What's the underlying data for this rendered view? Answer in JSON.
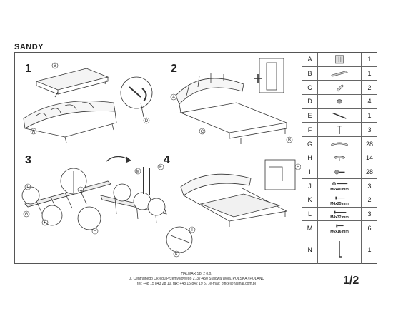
{
  "product_title": "SANDY",
  "steps": [
    "1",
    "2",
    "3",
    "4"
  ],
  "callouts": {
    "step1": [
      "B",
      "A",
      "D"
    ],
    "step2": [
      "A",
      "C",
      "B"
    ],
    "step3": [
      "J",
      "L",
      "G",
      "F",
      "H"
    ],
    "step4": [
      "M",
      "F",
      "E",
      "K",
      "I"
    ]
  },
  "parts": [
    {
      "letter": "A",
      "qty": "1",
      "icon": "headboard-icon",
      "size": ""
    },
    {
      "letter": "B",
      "qty": "1",
      "icon": "footboard-icon",
      "size": ""
    },
    {
      "letter": "C",
      "qty": "2",
      "icon": "side-rail-icon",
      "size": ""
    },
    {
      "letter": "D",
      "qty": "4",
      "icon": "leg-icon",
      "size": ""
    },
    {
      "letter": "E",
      "qty": "1",
      "icon": "center-beam-icon",
      "size": ""
    },
    {
      "letter": "F",
      "qty": "3",
      "icon": "support-leg-icon",
      "size": ""
    },
    {
      "letter": "G",
      "qty": "28",
      "icon": "slat-icon",
      "size": ""
    },
    {
      "letter": "H",
      "qty": "14",
      "icon": "slat-holder-icon",
      "size": ""
    },
    {
      "letter": "I",
      "qty": "28",
      "icon": "rivet-icon",
      "size": ""
    },
    {
      "letter": "J",
      "qty": "3",
      "icon": "bolt-washer-icon",
      "size": "M6x40 mm"
    },
    {
      "letter": "K",
      "qty": "2",
      "icon": "bolt-icon",
      "size": "M4x25 mm"
    },
    {
      "letter": "L",
      "qty": "3",
      "icon": "bolt-icon",
      "size": "M4x32 mm"
    },
    {
      "letter": "M",
      "qty": "6",
      "icon": "bolt-icon",
      "size": "M6x16 mm"
    },
    {
      "letter": "N",
      "qty": "1",
      "icon": "allen-key-icon",
      "size": ""
    }
  ],
  "footer": {
    "company": "HALMAR Sp. z o.o.",
    "address": "ul. Centralnego Okręgu Przemysłowego 2, 37-450 Stalowa Wola, POLSKA / POLAND",
    "contact": "tel: +48 15 843 28 10, fax: +48 15 842 19 57, e-mail: office@halmar.com.pl"
  },
  "page_number": "1/2"
}
